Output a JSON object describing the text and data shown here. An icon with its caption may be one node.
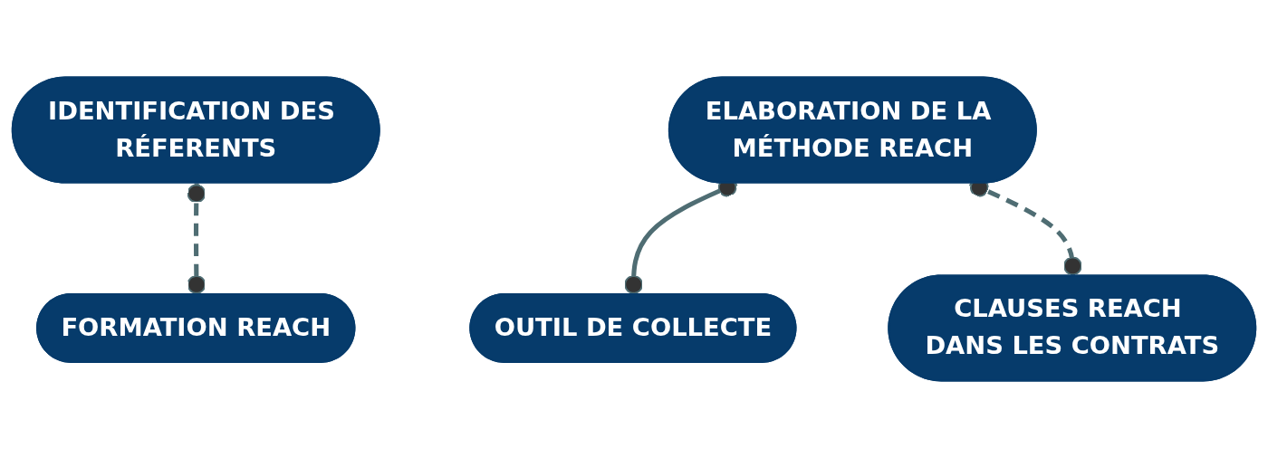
{
  "diagram": {
    "nodes": [
      {
        "text": [
          "IDENTIFICATION DES RÉFERENTS"
        ]
      },
      {
        "text": [
          "FORMATION REACH"
        ]
      },
      {
        "text": [
          "ELABORATION DE LA MÉTHODE REACH"
        ]
      },
      {
        "text": [
          "OUTIL DE COLLECTE"
        ]
      },
      {
        "text": [
          "CLAUSES REACH DANS LES CONTRATS"
        ]
      }
    ],
    "edges": [
      {
        "from": 0,
        "to": 1,
        "arrow": "other",
        "style": "dashed"
      },
      {
        "from": 2,
        "to": 3,
        "arrow": "other"
      },
      {
        "from": 2,
        "to": 4,
        "arrow": "other",
        "style": "dashed"
      }
    ]
  }
}
